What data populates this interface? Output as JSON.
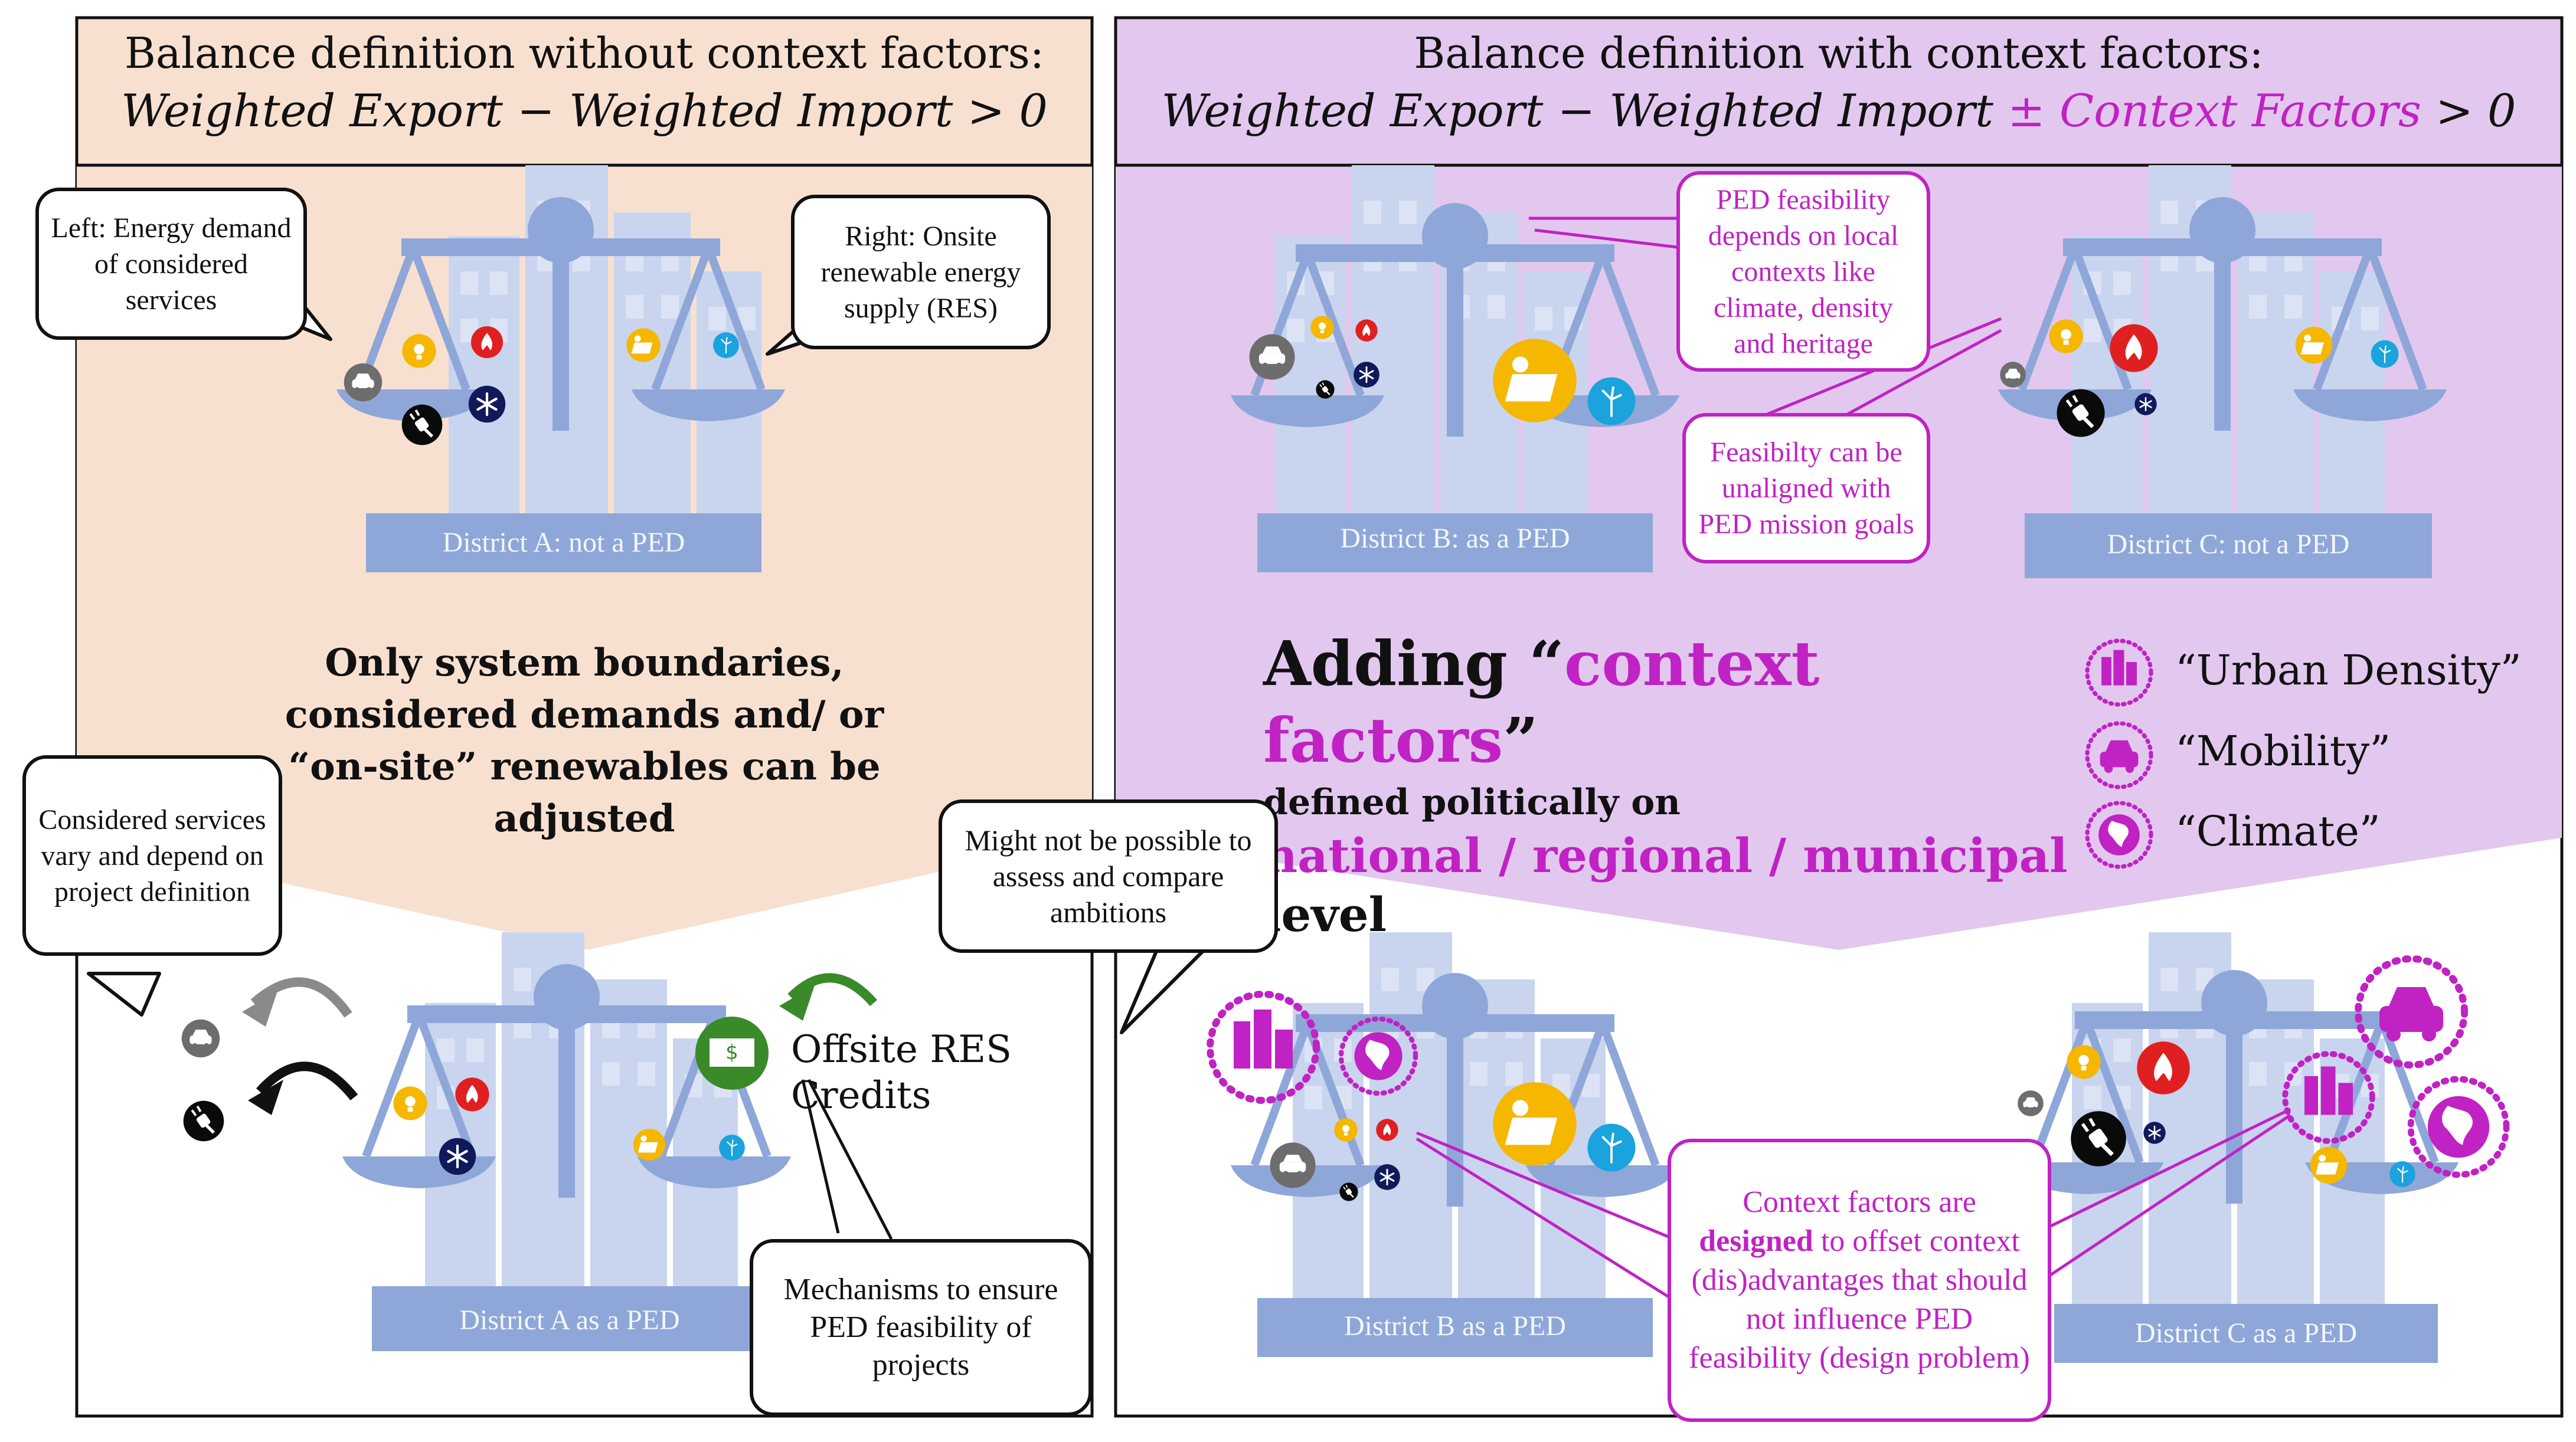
{
  "left_panel": {
    "title": "Balance definition without context factors:",
    "equation": {
      "export": "Weighted Export",
      "minus": "−",
      "import": "Weighted Import",
      "gt": "> 0"
    },
    "callout_left": "Left: Energy demand of considered services",
    "callout_right": "Right: Onsite renewable energy supply (RES)",
    "district_top": "District A: not a PED",
    "arrow_text": "Only system boundaries, considered demands and/ or “on-site” renewables can be adjusted",
    "callout_services": "Considered services  vary and depend on project definition",
    "offsite_label": "Offsite RES Credits",
    "callout_mechanisms": "Mechanisms to ensure PED feasibility of projects",
    "district_bottom": "District A as  a PED"
  },
  "right_panel": {
    "title": "Balance definition with context factors:",
    "equation": {
      "export": "Weighted Export",
      "minus": "−",
      "import": "Weighted Import",
      "pm": "±",
      "context": "Context Factors",
      "gt": "> 0"
    },
    "callout_feasibility": "PED feasibility depends on local contexts like climate, density and heritage",
    "callout_unaligned": "Feasibilty can be unaligned with PED mission goals",
    "district_b_top": "District B: as a PED",
    "district_c_top": "District C: not a PED",
    "adding": {
      "prefix": "Adding “",
      "highlight": "context factors",
      "suffix": "”",
      "line2": "defined politically on",
      "levels": "national / regional / municipal",
      "level_word": "level"
    },
    "legend": [
      {
        "icon": "buildings-icon",
        "label": "“Urban Density”"
      },
      {
        "icon": "car-icon",
        "label": "“Mobility”"
      },
      {
        "icon": "globe-icon",
        "label": "“Climate”"
      }
    ],
    "callout_compare": "Might not be possible to assess and compare ambitions",
    "callout_design": {
      "part1": "Context factors are ",
      "bold": "designed",
      "part2": " to offset context (dis)advantages that should not influence PED feasibility (design problem)"
    },
    "district_b_bottom": "District B as  a PED",
    "district_c_bottom": "District C as  a PED"
  },
  "colors": {
    "left_bg": "#f8e0d0",
    "right_bg": "#e2c8ee",
    "magenta": "#c022c4",
    "scale_blue": "#8ea7d8",
    "building_blue": "#c9d4ee"
  }
}
